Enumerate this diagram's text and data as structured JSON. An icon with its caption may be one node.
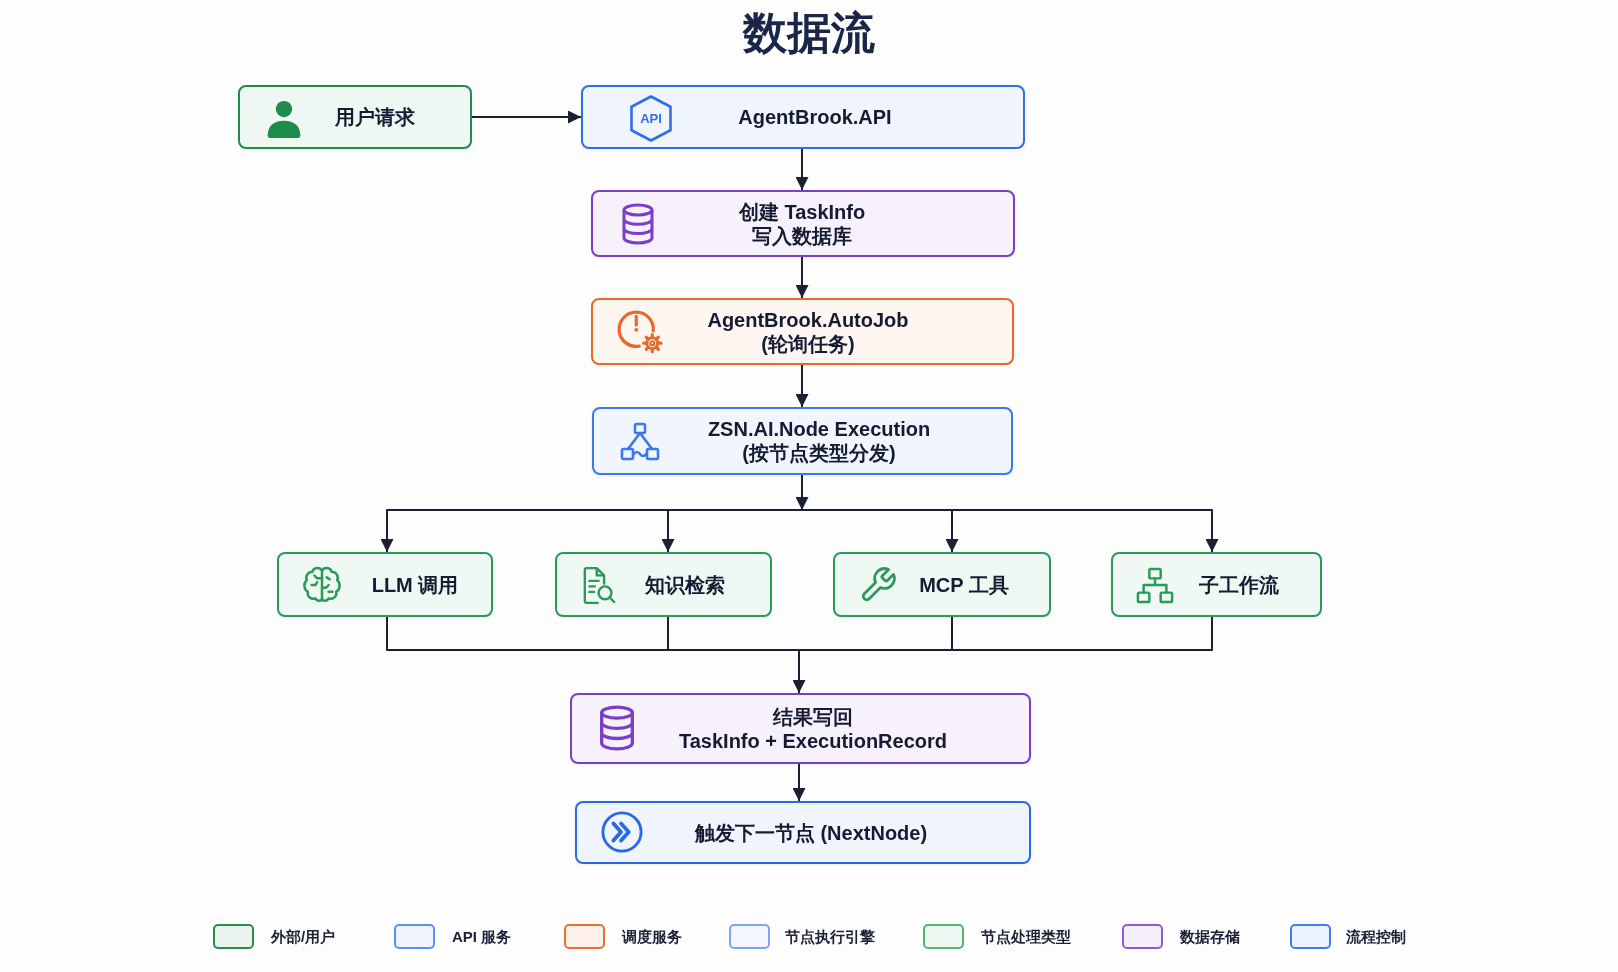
{
  "diagram": {
    "title": "数据流",
    "nodes": [
      {
        "text": [
          "用户请求"
        ]
      },
      {
        "text": [
          "API",
          "AgentBrook.API"
        ]
      },
      {
        "text": [
          "创建 TaskInfo",
          "写入数据库"
        ]
      },
      {
        "text": [
          "AgentBrook.AutoJob",
          "(轮询任务)"
        ]
      },
      {
        "text": [
          "ZSN.AI.Node Execution",
          "(按节点类型分发)"
        ]
      },
      {
        "text": [
          "LLM 调用"
        ]
      },
      {
        "text": [
          "知识检索"
        ]
      },
      {
        "text": [
          "MCP 工具"
        ]
      },
      {
        "text": [
          "子工作流"
        ]
      },
      {
        "text": [
          "结果写回",
          "TaskInfo + ExecutionRecord"
        ]
      },
      {
        "text": [
          "触发下一节点 (NextNode)"
        ]
      }
    ],
    "edges": [
      {
        "from": 0,
        "to": 1,
        "arrow": "to"
      },
      {
        "from": 1,
        "to": 2,
        "arrow": "to"
      },
      {
        "from": 2,
        "to": 3,
        "arrow": "to"
      },
      {
        "from": 3,
        "to": 4,
        "arrow": "to"
      },
      {
        "from": 4,
        "to": 5,
        "arrow": "to"
      },
      {
        "from": 4,
        "to": 6,
        "arrow": "to"
      },
      {
        "from": 4,
        "to": 7,
        "arrow": "to"
      },
      {
        "from": 4,
        "to": 8,
        "arrow": "to"
      },
      {
        "from": 5,
        "to": 9,
        "arrow": "to"
      },
      {
        "from": 6,
        "to": 9,
        "arrow": "to"
      },
      {
        "from": 7,
        "to": 9,
        "arrow": "to"
      },
      {
        "from": 8,
        "to": 9,
        "arrow": "to"
      },
      {
        "from": 9,
        "to": 10,
        "arrow": "to"
      }
    ],
    "legend": [
      {
        "text": "外部/用户",
        "color": "#2b8a4e"
      },
      {
        "text": "API 服务",
        "color": "#5d8ff0"
      },
      {
        "text": "调度服务",
        "color": "#e9702f"
      },
      {
        "text": "节点执行引擎",
        "color": "#7fa5ef"
      },
      {
        "text": "节点处理类型",
        "color": "#55b07a"
      },
      {
        "text": "数据存储",
        "color": "#8f5bd4"
      },
      {
        "text": "流程控制",
        "color": "#3f7cf0"
      }
    ]
  }
}
